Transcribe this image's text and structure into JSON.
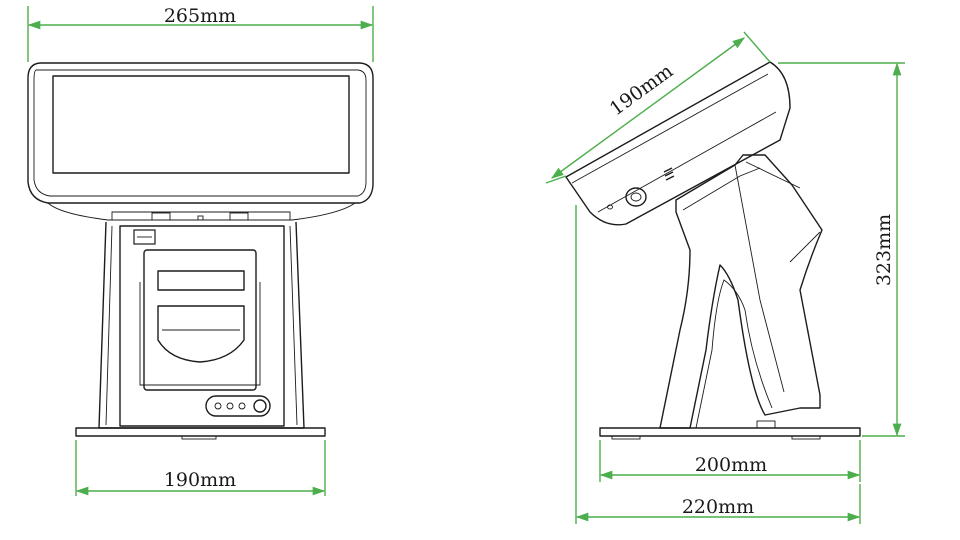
{
  "dimensions": {
    "front_width_top": "265mm",
    "front_width_base": "190mm",
    "side_screen_length": "190mm",
    "side_height": "323mm",
    "side_depth_base": "200mm",
    "side_depth_total": "220mm"
  },
  "colors": {
    "dimension_line": "#4cae4c",
    "outline": "#1c1c1c",
    "background": "#ffffff"
  }
}
